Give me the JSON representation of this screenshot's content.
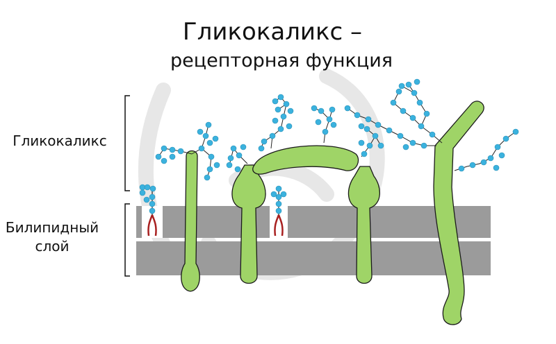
{
  "title": {
    "line1": "Гликокаликс –",
    "line2": "рецепторная функция"
  },
  "labels": {
    "glycocalyx": "Гликокаликс",
    "bilayer_line1": "Билипидный",
    "bilayer_line2": "слой"
  },
  "colors": {
    "protein": "#9fd467",
    "protein_outline": "#1a1a1a",
    "bilayer": "#9b9b9b",
    "sugar": "#3bb2de",
    "lipid_tail": "#a82020",
    "watermark": "#e6e6e6"
  }
}
